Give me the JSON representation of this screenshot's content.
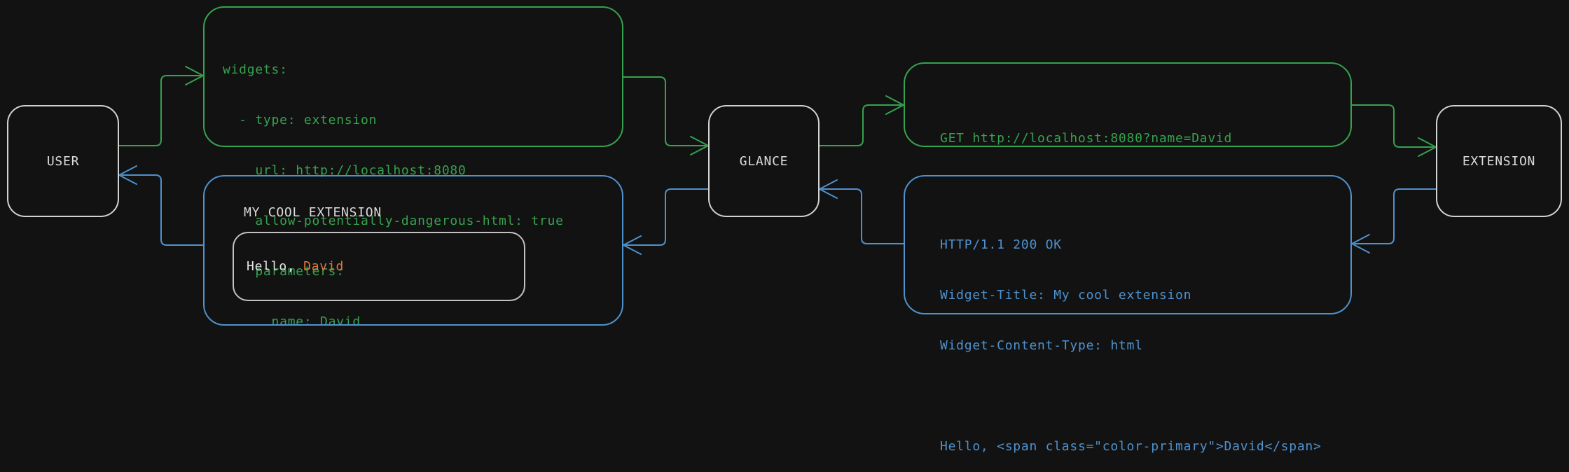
{
  "colors": {
    "bg": "#121212",
    "green": "#36a24e",
    "blue": "#4f92cf",
    "orange": "#e0763e",
    "node-border": "#d2d2d2",
    "node-text": "#dcdcdc",
    "inner-border": "#c2c2c2",
    "text-light": "#e6e6e6"
  },
  "nodes": {
    "user": {
      "label": "USER"
    },
    "glance": {
      "label": "GLANCE"
    },
    "extension": {
      "label": "EXTENSION"
    }
  },
  "config_box": {
    "lines": [
      "widgets:",
      "  - type: extension",
      "    url: http://localhost:8080",
      "    allow-potentially-dangerous-html: true",
      "    parameters:",
      "      name: David"
    ]
  },
  "request_box": {
    "text": "GET http://localhost:8080?name=David"
  },
  "response_box": {
    "lines": [
      "HTTP/1.1 200 OK",
      "Widget-Title: My cool extension",
      "Widget-Content-Type: html",
      "",
      "Hello, <span class=\"color-primary\">David</span>"
    ]
  },
  "widget_box": {
    "title": "MY COOL EXTENSION",
    "greeting": {
      "prefix": "Hello, ",
      "name": "David"
    }
  }
}
